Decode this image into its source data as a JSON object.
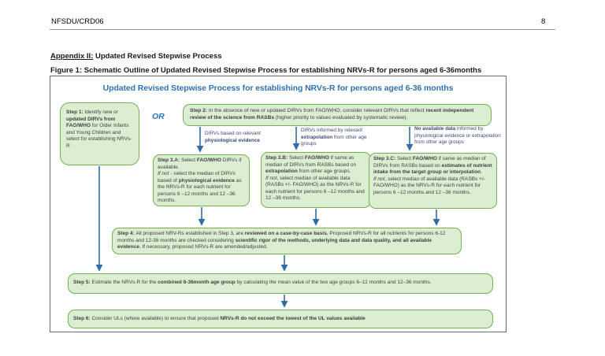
{
  "page": {
    "header": {
      "doc_id": "NFSDU/CRD06",
      "page_number": "8"
    },
    "appendix_heading": {
      "label": "Appendix II:",
      "rest": " Updated Revised Stepwise Process"
    },
    "figure_caption": "Figure 1: Schematic Outline of Updated Revised Stepwise Process for establishing NRVs-R for persons aged 6-36months"
  },
  "flowchart": {
    "title": "Updated Revised Stepwise Process for establishing NRVs-R for persons aged 6-36 months",
    "or_label": "OR",
    "colors": {
      "accent": "#2e74b5",
      "box-fill": "#dbeed2",
      "box-border": "#72b152",
      "arrow": "#2f6ca8",
      "branch-label": "#3c4a79",
      "box-text": "#3f3f3f"
    },
    "step1": {
      "segments": [
        {
          "t": "Step 1: ",
          "b": 1
        },
        {
          "t": "Identify new or "
        },
        {
          "t": "updated DIRVs from FAO/WHO",
          "b": 1
        },
        {
          "t": " for Older Infants and Young Children and select for establishing NRVs-R"
        }
      ]
    },
    "step2": {
      "segments": [
        {
          "t": "Step 2: ",
          "b": 1
        },
        {
          "t": "In the absence of new or updated DIRVs from FAO/WHO, consider relevant DIRVs that reflect "
        },
        {
          "t": "recent independent review of the science from RASBs",
          "b": 1
        },
        {
          "t": " (higher priority to values evaluated by systematic review)."
        }
      ]
    },
    "branch_a": {
      "segments": [
        {
          "t": "DIRVs based on relevant "
        },
        {
          "t": "physiological evidence",
          "b": 1
        }
      ]
    },
    "branch_b": {
      "segments": [
        {
          "t": "DIRVs informed by relevant "
        },
        {
          "t": "extrapolation",
          "b": 1
        },
        {
          "t": " from other age groups"
        }
      ]
    },
    "branch_c": {
      "segments": [
        {
          "t": "No available data",
          "b": 1
        },
        {
          "t": " informed by physiological evidence or extrapolation from other age groups"
        }
      ]
    },
    "step3a": {
      "segments": [
        {
          "t": "Step 3.A: ",
          "b": 1
        },
        {
          "t": "Select "
        },
        {
          "t": "FAO/WHO",
          "b": 1
        },
        {
          "t": " DIRVs if available."
        },
        {
          "br": 1
        },
        {
          "t": "If not",
          "i": 1
        },
        {
          "t": " - select the median of DIRVs based of "
        },
        {
          "t": "physiological evidence",
          "b": 1
        },
        {
          "t": " as the NRVs-R for each nutrient for persons 6 –12 months and 12 –36 months."
        }
      ]
    },
    "step3b": {
      "segments": [
        {
          "t": "Step 3.B: ",
          "b": 1
        },
        {
          "t": "Select "
        },
        {
          "t": "FAO/WHO",
          "b": 1
        },
        {
          "t": " if same as median of DIRVs from RASBs based on "
        },
        {
          "t": "extrapolation",
          "b": 1
        },
        {
          "t": " from other age groups."
        },
        {
          "br": 1
        },
        {
          "t": "If not",
          "i": 1
        },
        {
          "t": ", select median of available data (RASBs +/- FAO/WHO) as the NRVs-R for each nutrient for persons 6 –12 months and 12 –36 months."
        }
      ]
    },
    "step3c": {
      "segments": [
        {
          "t": "Step 3.C: ",
          "b": 1
        },
        {
          "t": "Select "
        },
        {
          "t": "FAO/WHO",
          "b": 1
        },
        {
          "t": " if same as median of DIRVs from RASBs based on "
        },
        {
          "t": "estimates of nutrient intake from the target group or interpolation",
          "b": 1
        },
        {
          "t": "."
        },
        {
          "br": 1
        },
        {
          "t": "If not",
          "i": 1
        },
        {
          "t": ", select median of available data (RASBs +/- FAO/WHO) as the NRVs-R for each nutrient for persons 6 –12 months and 12 –36 months."
        }
      ]
    },
    "step4": {
      "segments": [
        {
          "t": "Step 4: ",
          "b": 1
        },
        {
          "t": "All proposed NRV-Rs established in Step 3,  are "
        },
        {
          "t": "reviewed on a case-by-case basis.",
          "b": 1
        },
        {
          "t": "  Proposed NRVs-R for all nutrients for persons 6-12 months and 12-36 months are checked considering "
        },
        {
          "t": "scientific rigor of the methods, underlying data and data quality, and all available evidence.",
          "b": 1
        },
        {
          "t": " If necessary, proposed NRVs-R are amended/adjusted."
        }
      ]
    },
    "step5": {
      "segments": [
        {
          "t": "Step 5: ",
          "b": 1
        },
        {
          "t": "Estimate the NRVs-R for the "
        },
        {
          "t": "combined 6-36month age group",
          "b": 1
        },
        {
          "t": " by calculating the mean value of the two age groups 6–12 months and 12–36 months."
        }
      ]
    },
    "step6": {
      "segments": [
        {
          "t": "Step 6: ",
          "b": 1
        },
        {
          "t": "Consider ULs (where available) to ensure that proposed "
        },
        {
          "t": "NRVs-R do not exceed the lowest of the UL values available",
          "b": 1
        }
      ]
    }
  }
}
